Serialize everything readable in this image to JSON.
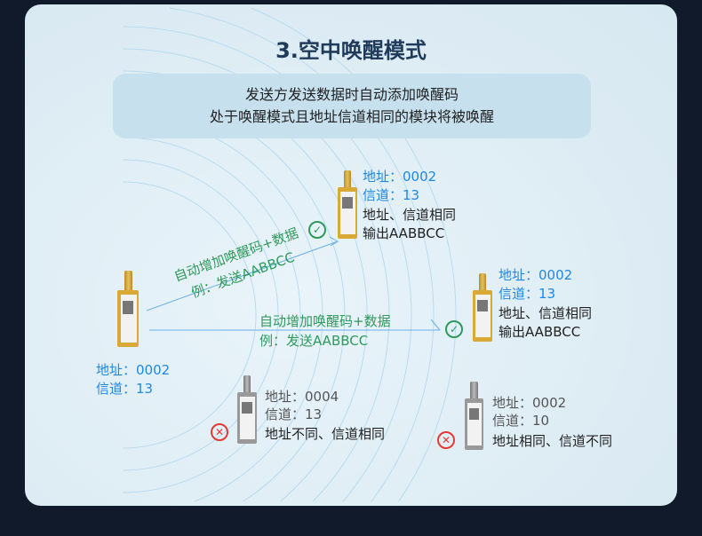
{
  "title": "3.空中唤醒模式",
  "banner": {
    "line1": "发送方发送数据时自动添加唤醒码",
    "line2": "处于唤醒模式且地址信道相同的模块将被唤醒"
  },
  "sender": {
    "address": "地址：0002",
    "channel": "信道：13"
  },
  "link_label": {
    "line1": "自动增加唤醒码+数据",
    "line2": "例：发送AABBCC"
  },
  "receivers": [
    {
      "address": "地址：0002",
      "channel": "信道：13",
      "result1": "地址、信道相同",
      "result2": "输出AABBCC",
      "status": "check-icon"
    },
    {
      "address": "地址：0002",
      "channel": "信道：13",
      "result1": "地址、信道相同",
      "result2": "输出AABBCC",
      "status": "check-icon"
    },
    {
      "address": "地址：0004",
      "channel": "信道：13",
      "result1": "地址不同、信道相同",
      "status": "cross-icon"
    },
    {
      "address": "地址：0002",
      "channel": "信道：10",
      "result1": "地址相同、信道不同",
      "status": "cross-icon"
    }
  ],
  "colors": {
    "blue": "#1e88e5",
    "green": "#2e9a5a",
    "red": "#e53935"
  }
}
